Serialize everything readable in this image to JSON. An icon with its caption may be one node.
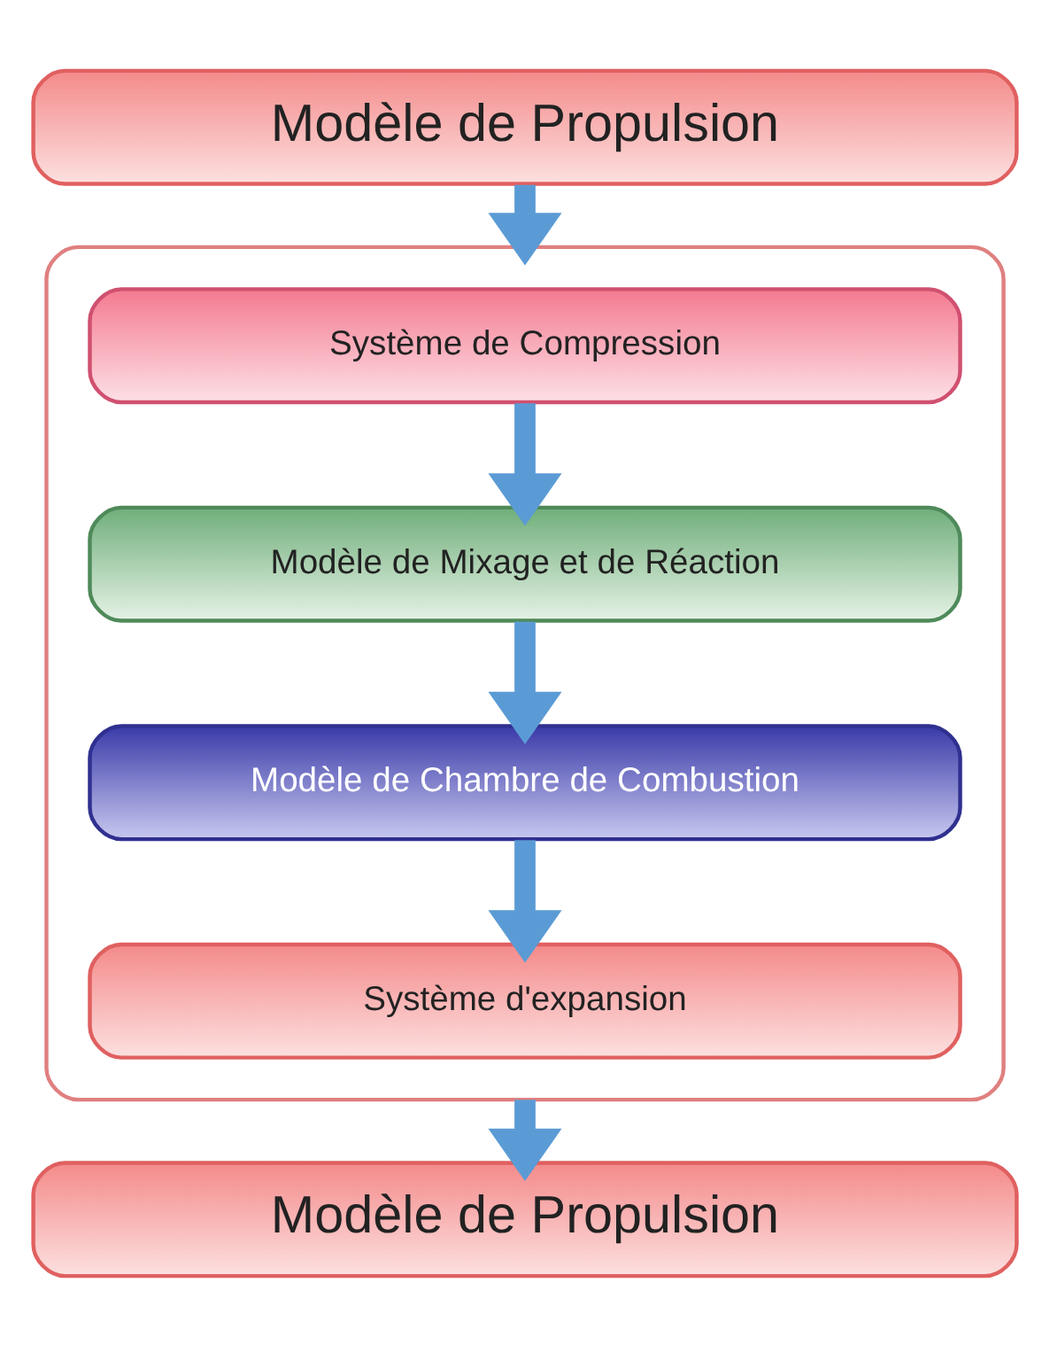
{
  "diagram": {
    "nodes": [
      {
        "text": [
          "Modèle de Propulsion"
        ]
      },
      {
        "text": [],
        "shape": "box"
      },
      {
        "text": [
          "Système de Compression"
        ],
        "in": 1
      },
      {
        "text": [
          "Modèle de Mixage et de Réaction"
        ],
        "in": 1
      },
      {
        "text": [
          "Modèle de Chambre de Combustion"
        ],
        "in": 1
      },
      {
        "text": [
          "Système d'expansion"
        ],
        "in": 1
      },
      {
        "text": [
          "Modèle de Propulsion"
        ]
      }
    ],
    "edges": [
      {
        "from": 0,
        "to": 1,
        "arrow": "to"
      },
      {
        "from": 2,
        "to": 3,
        "arrow": "to"
      },
      {
        "from": 3,
        "to": 4,
        "arrow": "to"
      },
      {
        "from": 4,
        "to": 5,
        "arrow": "to"
      },
      {
        "from": 1,
        "to": 6,
        "arrow": "to"
      }
    ]
  }
}
